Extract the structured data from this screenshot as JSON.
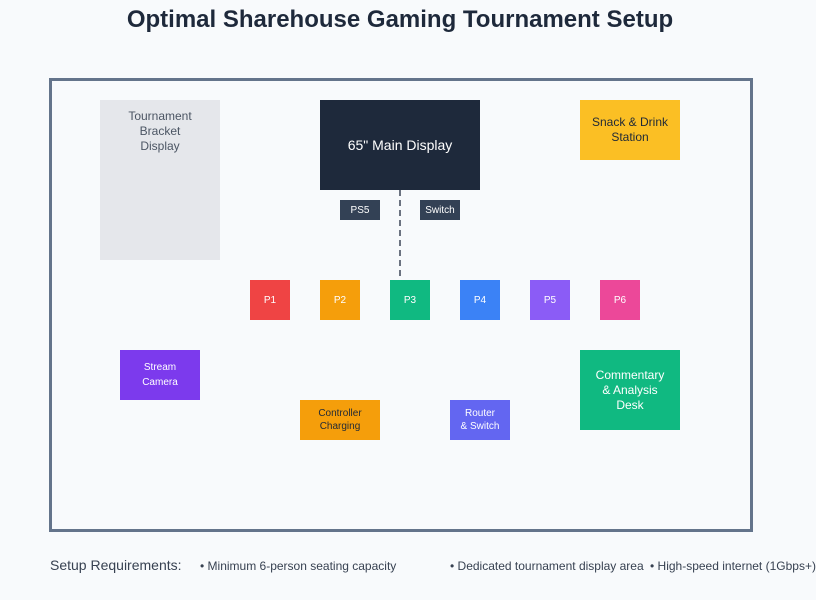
{
  "title": "Optimal Sharehouse Gaming Tournament Setup",
  "zones": {
    "bracket": "Tournament\nBracket\nDisplay",
    "main_display": "65\" Main Display",
    "snack": "Snack & Drink\nStation",
    "ps5": "PS5",
    "switch": "Switch",
    "camera": "Stream\nCamera",
    "commentary": "Commentary\n& Analysis\nDesk",
    "charging": "Controller\nCharging",
    "router": "Router\n& Switch"
  },
  "players": [
    {
      "label": "P1",
      "color": "#ef4444"
    },
    {
      "label": "P2",
      "color": "#f59e0b"
    },
    {
      "label": "P3",
      "color": "#10b981"
    },
    {
      "label": "P4",
      "color": "#3b82f6"
    },
    {
      "label": "P5",
      "color": "#8b5cf6"
    },
    {
      "label": "P6",
      "color": "#ec4899"
    }
  ],
  "requirements": {
    "label": "Setup Requirements:",
    "items": [
      "• Minimum 6-person seating capacity",
      "• Dedicated tournament display area",
      "• High-speed internet (1Gbps+)"
    ]
  }
}
